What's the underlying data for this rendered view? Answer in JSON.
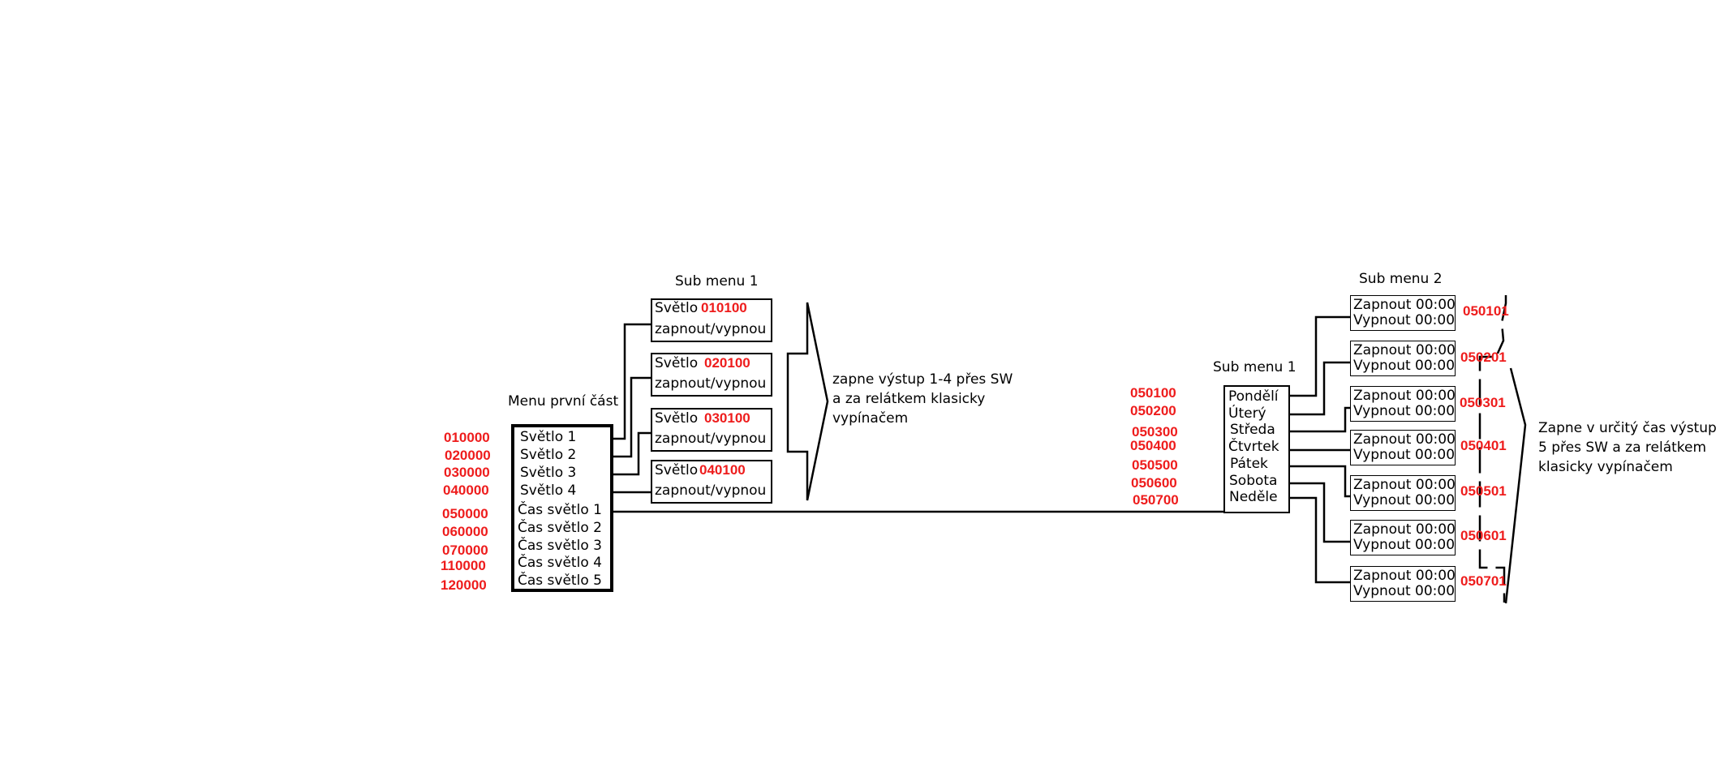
{
  "colors": {
    "line": "#000000",
    "code": "#ee1c1c",
    "text": "#000000"
  },
  "main_menu": {
    "title": "Menu první část",
    "items": [
      "Světlo 1",
      "Světlo 2",
      "Světlo 3",
      "Světlo 4",
      "Čas světlo 1",
      "Čas světlo 2",
      "Čas světlo 3",
      "Čas světlo 4",
      "Čas světlo 5"
    ],
    "codes": [
      "010000",
      "020000",
      "030000",
      "040000",
      "050000",
      "060000",
      "070000",
      "110000",
      "120000"
    ]
  },
  "sub_menu_left": {
    "title": "Sub menu 1",
    "boxes": [
      {
        "label": "Světlo",
        "code": "010100",
        "action": "zapnout/vypnou"
      },
      {
        "label": "Světlo",
        "code": "020100",
        "action": "zapnout/vypnou"
      },
      {
        "label": "Světlo",
        "code": "030100",
        "action": "zapnout/vypnou"
      },
      {
        "label": "Světlo",
        "code": "040100",
        "action": "zapnout/vypnou"
      }
    ],
    "note": [
      "zapne výstup 1-4 přes SW",
      "a za relátkem klasicky",
      "vypínačem"
    ]
  },
  "sub_menu_days": {
    "title": "Sub menu 1",
    "days": [
      "Pondělí",
      "Úterý",
      "Středa",
      "Čtvrtek",
      "Pátek",
      "Sobota",
      "Neděle"
    ],
    "codes": [
      "050100",
      "050200",
      "050300",
      "050400",
      "050500",
      "050600",
      "050700"
    ]
  },
  "sub_menu_2": {
    "title": "Sub menu 2",
    "boxes": [
      {
        "on": "Zapnout 00:00",
        "off": "Vypnout 00:00",
        "code": "050101"
      },
      {
        "on": "Zapnout 00:00",
        "off": "Vypnout 00:00",
        "code": "050201"
      },
      {
        "on": "Zapnout 00:00",
        "off": "Vypnout 00:00",
        "code": "050301"
      },
      {
        "on": "Zapnout 00:00",
        "off": "Vypnout 00:00",
        "code": "050401"
      },
      {
        "on": "Zapnout 00:00",
        "off": "Vypnout 00:00",
        "code": "050501"
      },
      {
        "on": "Zapnout 00:00",
        "off": "Vypnout 00:00",
        "code": "050601"
      },
      {
        "on": "Zapnout 00:00",
        "off": "Vypnout 00:00",
        "code": "050701"
      }
    ],
    "note": [
      "Zapne v určitý čas výstup",
      "5 přes SW a za relátkem",
      "klasicky vypínačem"
    ]
  }
}
